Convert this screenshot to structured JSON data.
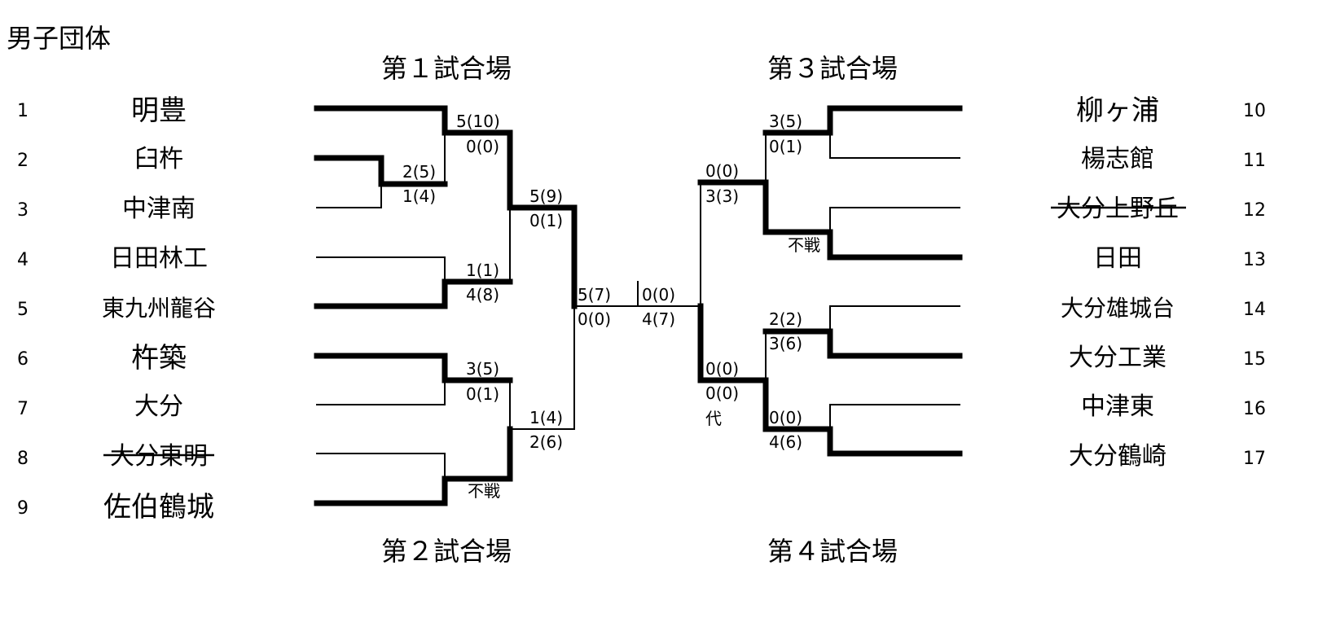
{
  "title": "男子団体",
  "venues": {
    "v1": "第１試合場",
    "v2": "第２試合場",
    "v3": "第３試合場",
    "v4": "第４試合場"
  },
  "left_teams": [
    {
      "num": "1",
      "name": "明豊",
      "struck": false
    },
    {
      "num": "2",
      "name": "臼杵",
      "struck": false
    },
    {
      "num": "3",
      "name": "中津南",
      "struck": false
    },
    {
      "num": "4",
      "name": "日田林工",
      "struck": false
    },
    {
      "num": "5",
      "name": "東九州龍谷",
      "struck": false
    },
    {
      "num": "6",
      "name": "杵築",
      "struck": false
    },
    {
      "num": "7",
      "name": "大分",
      "struck": false
    },
    {
      "num": "8",
      "name": "大分東明",
      "struck": true
    },
    {
      "num": "9",
      "name": "佐伯鶴城",
      "struck": false
    }
  ],
  "right_teams": [
    {
      "num": "10",
      "name": "柳ヶ浦",
      "struck": false
    },
    {
      "num": "11",
      "name": "楊志館",
      "struck": false
    },
    {
      "num": "12",
      "name": "大分上野丘",
      "struck": true
    },
    {
      "num": "13",
      "name": "日田",
      "struck": false
    },
    {
      "num": "14",
      "name": "大分雄城台",
      "struck": false
    },
    {
      "num": "15",
      "name": "大分工業",
      "struck": false
    },
    {
      "num": "16",
      "name": "中津東",
      "struck": false
    },
    {
      "num": "17",
      "name": "大分鶴崎",
      "struck": false
    }
  ],
  "scores": {
    "m23_top": "2(5)",
    "m23_bot": "1(4)",
    "qf1_top": "5(10)",
    "qf1_bot": "0(0)",
    "qf2_top": "1(1)",
    "qf2_bot": "4(8)",
    "qf3_top": "3(5)",
    "qf3_bot": "0(1)",
    "qf4_note": "不戦",
    "sf1_top": "5(9)",
    "sf1_bot": "0(1)",
    "sf2_top": "1(4)",
    "sf2_bot": "2(6)",
    "fl_top": "5(7)",
    "fl_bot": "0(0)",
    "fr_top": "0(0)",
    "fr_bot": "4(7)",
    "rqf1_top": "3(5)",
    "rqf1_bot": "0(1)",
    "rqf2_note": "不戦",
    "rqf3_top": "2(2)",
    "rqf3_bot": "3(6)",
    "rqf4_top": "0(0)",
    "rqf4_bot": "4(6)",
    "rsf1_top": "0(0)",
    "rsf1_bot": "3(3)",
    "rsf2_top": "0(0)",
    "rsf2_bot": "0(0)",
    "rsf2_note": "代"
  }
}
